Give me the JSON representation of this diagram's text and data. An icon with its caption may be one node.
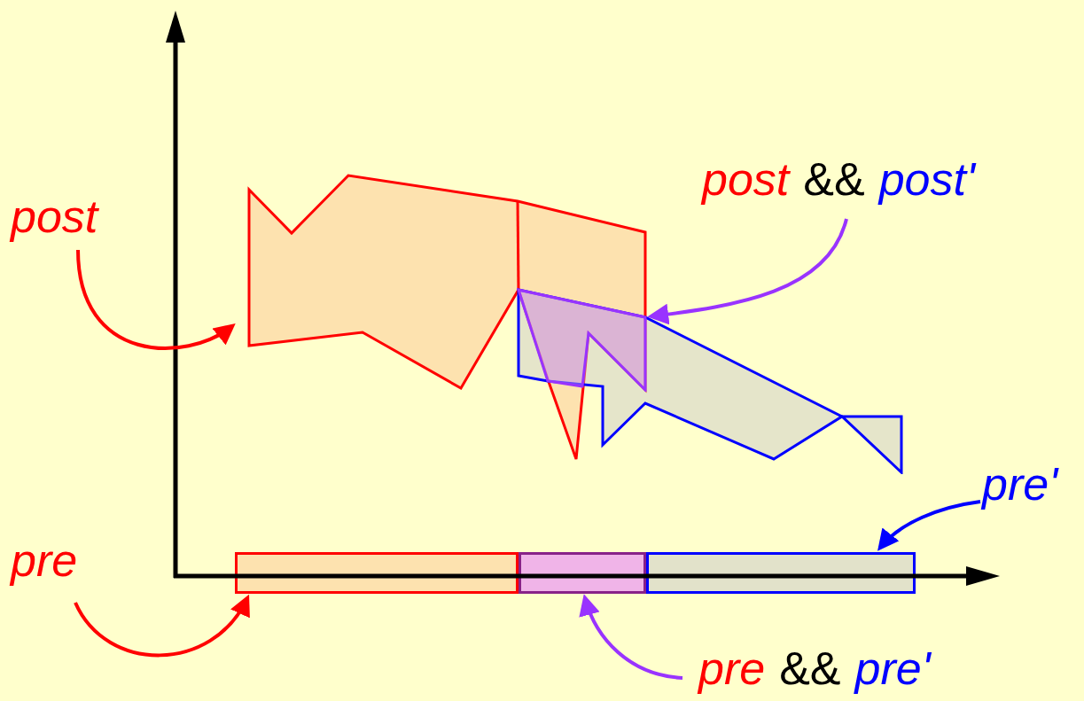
{
  "diagram": {
    "nodes": [
      {
        "text": [
          "post"
        ]
      },
      {
        "text": [
          "post",
          "&&",
          "post'"
        ]
      },
      {
        "text": [
          "pre'"
        ]
      },
      {
        "text": [
          "pre"
        ]
      },
      {
        "text": [
          "pre",
          "&&",
          "pre'"
        ]
      },
      {
        "text": [],
        "shape": "polygon"
      },
      {
        "text": [],
        "shape": "polygon"
      },
      {
        "text": [],
        "shape": "polygon"
      },
      {
        "text": [],
        "shape": "bar"
      },
      {
        "text": [],
        "shape": "bar"
      },
      {
        "text": [],
        "shape": "bar"
      }
    ],
    "edges": [
      {
        "from": 0,
        "to": 5,
        "arrow": "to",
        "color": "#ff0000"
      },
      {
        "from": 1,
        "to": 7,
        "arrow": "to",
        "color": "#9933ff"
      },
      {
        "from": 2,
        "to": 10,
        "arrow": "to",
        "color": "#0000ff"
      },
      {
        "from": 3,
        "to": 8,
        "arrow": "to",
        "color": "#ff0000"
      },
      {
        "from": 4,
        "to": 9,
        "arrow": "to",
        "color": "#9933ff"
      }
    ]
  }
}
